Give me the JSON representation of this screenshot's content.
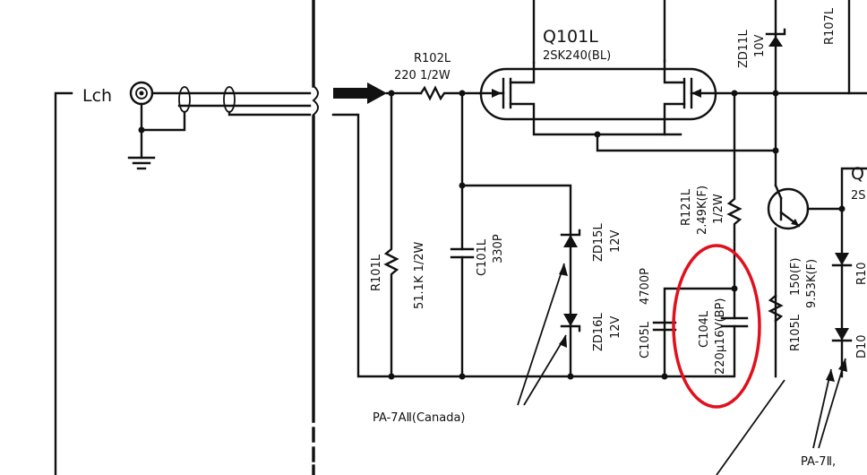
{
  "labels": {
    "input": "Lch",
    "q101": "Q101L",
    "q101_part": "2SK240(BL)",
    "r102": "R102L",
    "r102_val": "220 1/2W",
    "r101": "R101L",
    "r101_val": "51.1K 1/2W",
    "c101": "C101L",
    "c101_val": "330P",
    "zd15": "ZD15L",
    "zd15_v": "12V",
    "zd16": "ZD16L",
    "zd16_v": "12V",
    "c105": "C105L",
    "c105_val": "4700P",
    "c104": "C104L",
    "c104_val": "220μ16V(BP)",
    "r121": "R121L",
    "r121_val": "2.49K(F)",
    "r121_w": "1/2W",
    "zd11": "ZD11L",
    "zd11_v": "10V",
    "r107": "R107L",
    "r105": "R105L",
    "r105_val": "150(F)",
    "r105_val2": "9.53K(F)",
    "q_right": "Q",
    "q_right_sub": "2S",
    "d_right_1": "R10",
    "d_right_2": "D10",
    "note_canada": "PA-7AⅡ(Canada)",
    "note_right": "PA-7Ⅱ,"
  },
  "colors": {
    "ink": "#111111",
    "highlight": "#e0101c",
    "paper": "#ffffff"
  }
}
